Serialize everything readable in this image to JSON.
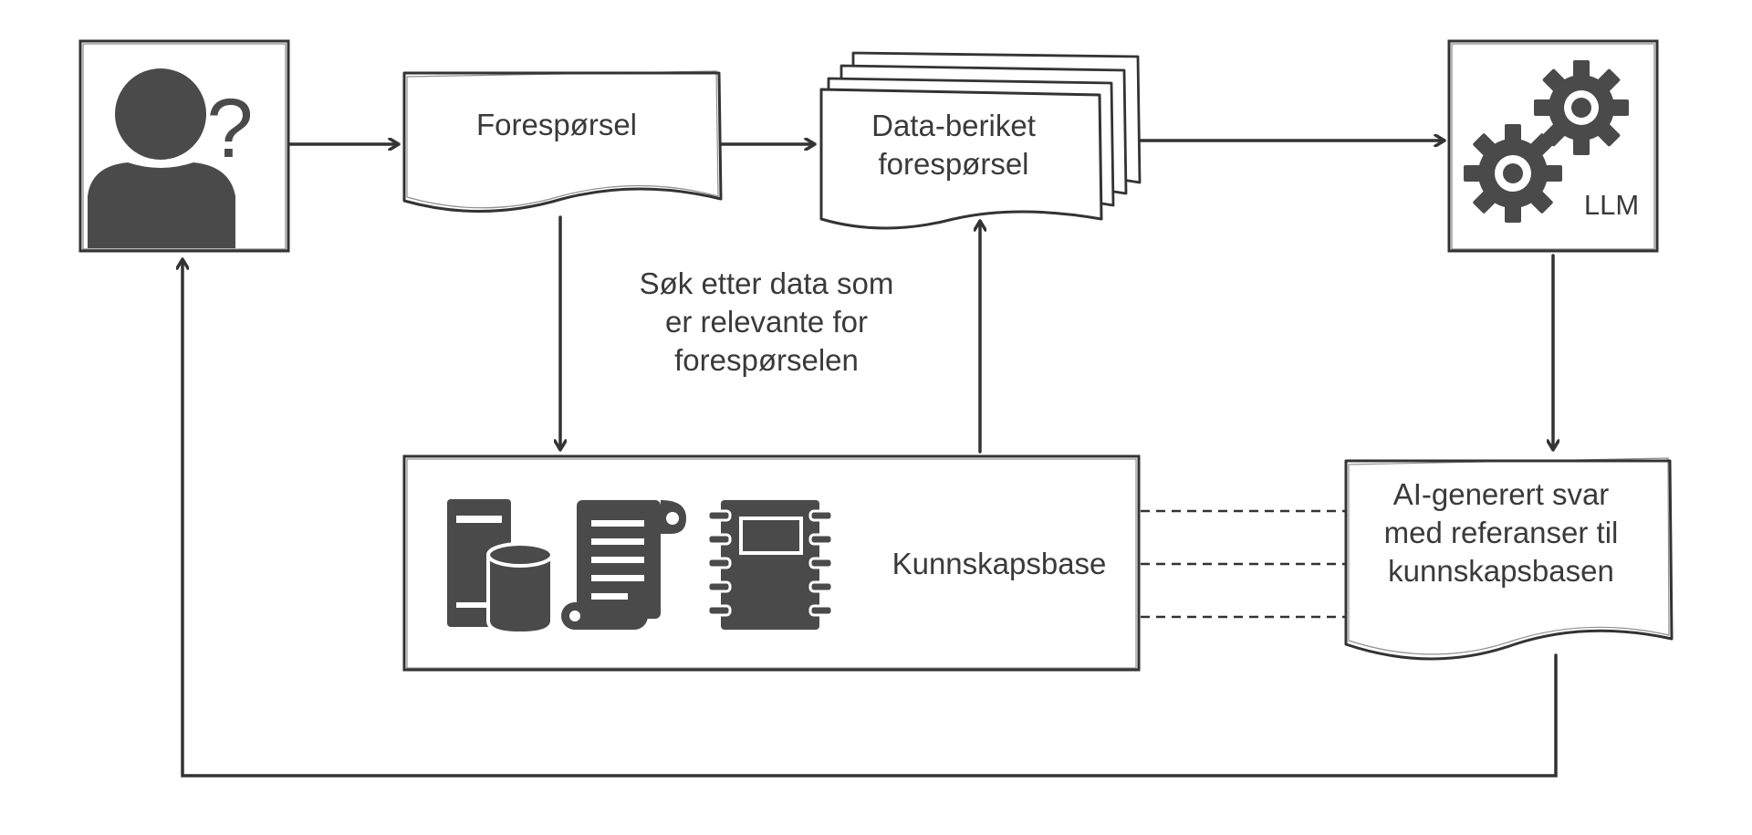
{
  "nodes": {
    "user": {
      "icon": "user-question-icon",
      "glyph": "?"
    },
    "request": {
      "label": "Forespørsel"
    },
    "enriched_request": {
      "lines": [
        "Data-beriket",
        "forespørsel"
      ]
    },
    "llm": {
      "icon": "gears-icon",
      "label": "LLM"
    },
    "search_note": {
      "lines": [
        "Søk etter data som",
        "er relevante for",
        "forespørselen"
      ]
    },
    "knowledge_base": {
      "label": "Kunnskapsbase",
      "icons": [
        "server-database-icon",
        "scroll-document-icon",
        "notebook-icon"
      ]
    },
    "answer": {
      "lines": [
        "AI-generert svar",
        "med referanser til",
        "kunnskapsbasen"
      ]
    }
  },
  "colors": {
    "stroke": "#333333",
    "fill": "#4a4a4a",
    "text": "#3a3a3a"
  }
}
